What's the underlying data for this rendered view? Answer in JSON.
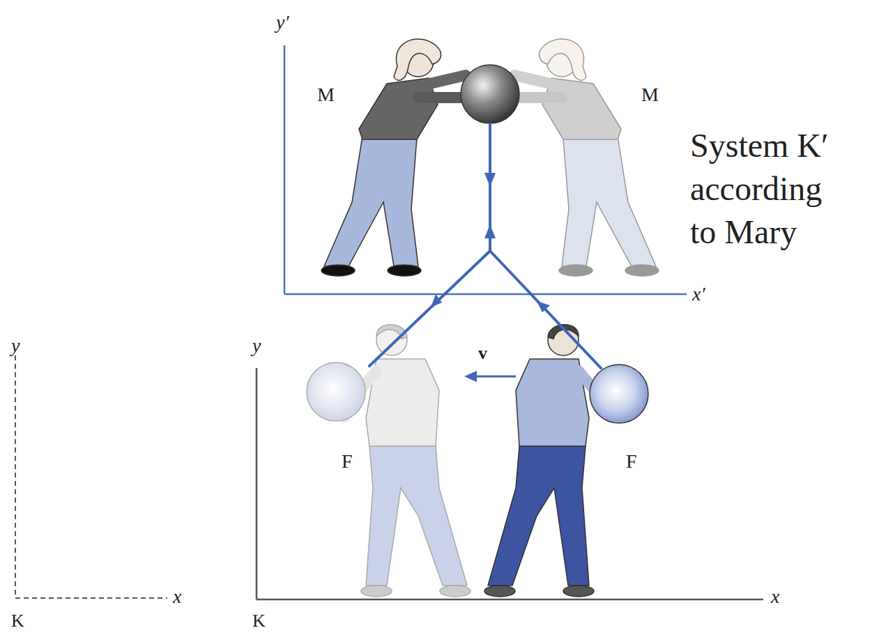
{
  "diagram": {
    "labels": [
      "y′",
      "M",
      "M",
      "System K′ according to Mary",
      "x′",
      "y",
      "y",
      "v",
      "F",
      "F",
      "x",
      "K",
      "x",
      "K"
    ]
  }
}
